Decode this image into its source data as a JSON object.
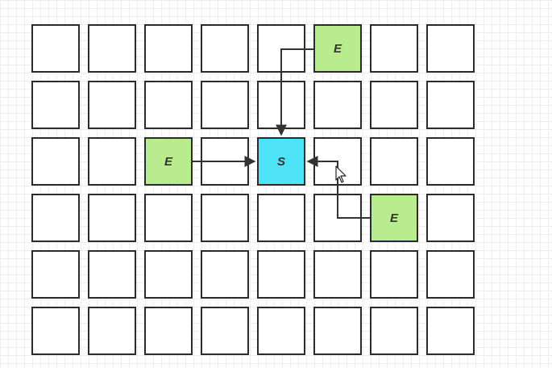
{
  "grid": {
    "rows": 6,
    "cols": 8
  },
  "colors": {
    "target": "#4fe3f7",
    "source": "#b9ec8e",
    "empty": "#ffffff",
    "border": "#2b2b2b",
    "arrow": "#333333"
  },
  "target": {
    "row": 2,
    "col": 4,
    "label": "S"
  },
  "sources": [
    {
      "row": 0,
      "col": 5,
      "label": "E"
    },
    {
      "row": 2,
      "col": 2,
      "label": "E"
    },
    {
      "row": 3,
      "col": 6,
      "label": "E"
    }
  ],
  "arrows": [
    {
      "from": "source-1",
      "to": "target",
      "route": "left-then-down"
    },
    {
      "from": "source-2",
      "to": "target",
      "route": "straight-right"
    },
    {
      "from": "source-3",
      "to": "target",
      "route": "left-then-up-then-left"
    }
  ],
  "cursor_icon": "mouse-pointer-icon"
}
